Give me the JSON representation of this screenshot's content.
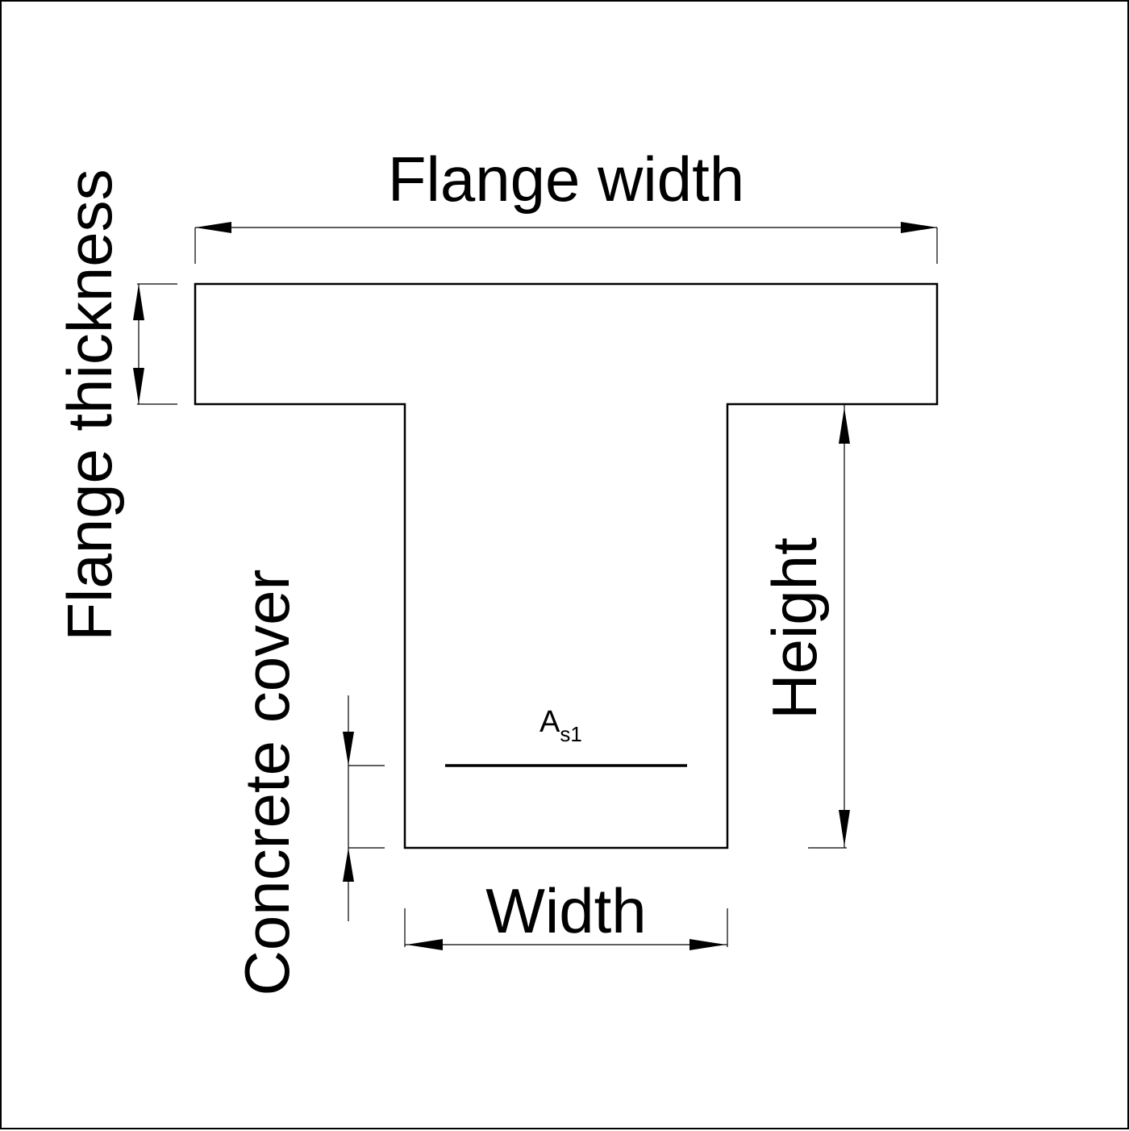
{
  "diagram": {
    "labels": {
      "flange_width": "Flange width",
      "flange_thickness": "Flange thickness",
      "height": "Height",
      "width": "Width",
      "concrete_cover": "Concrete cover",
      "reinforcement_main": "A",
      "reinforcement_sub": "s1"
    }
  }
}
